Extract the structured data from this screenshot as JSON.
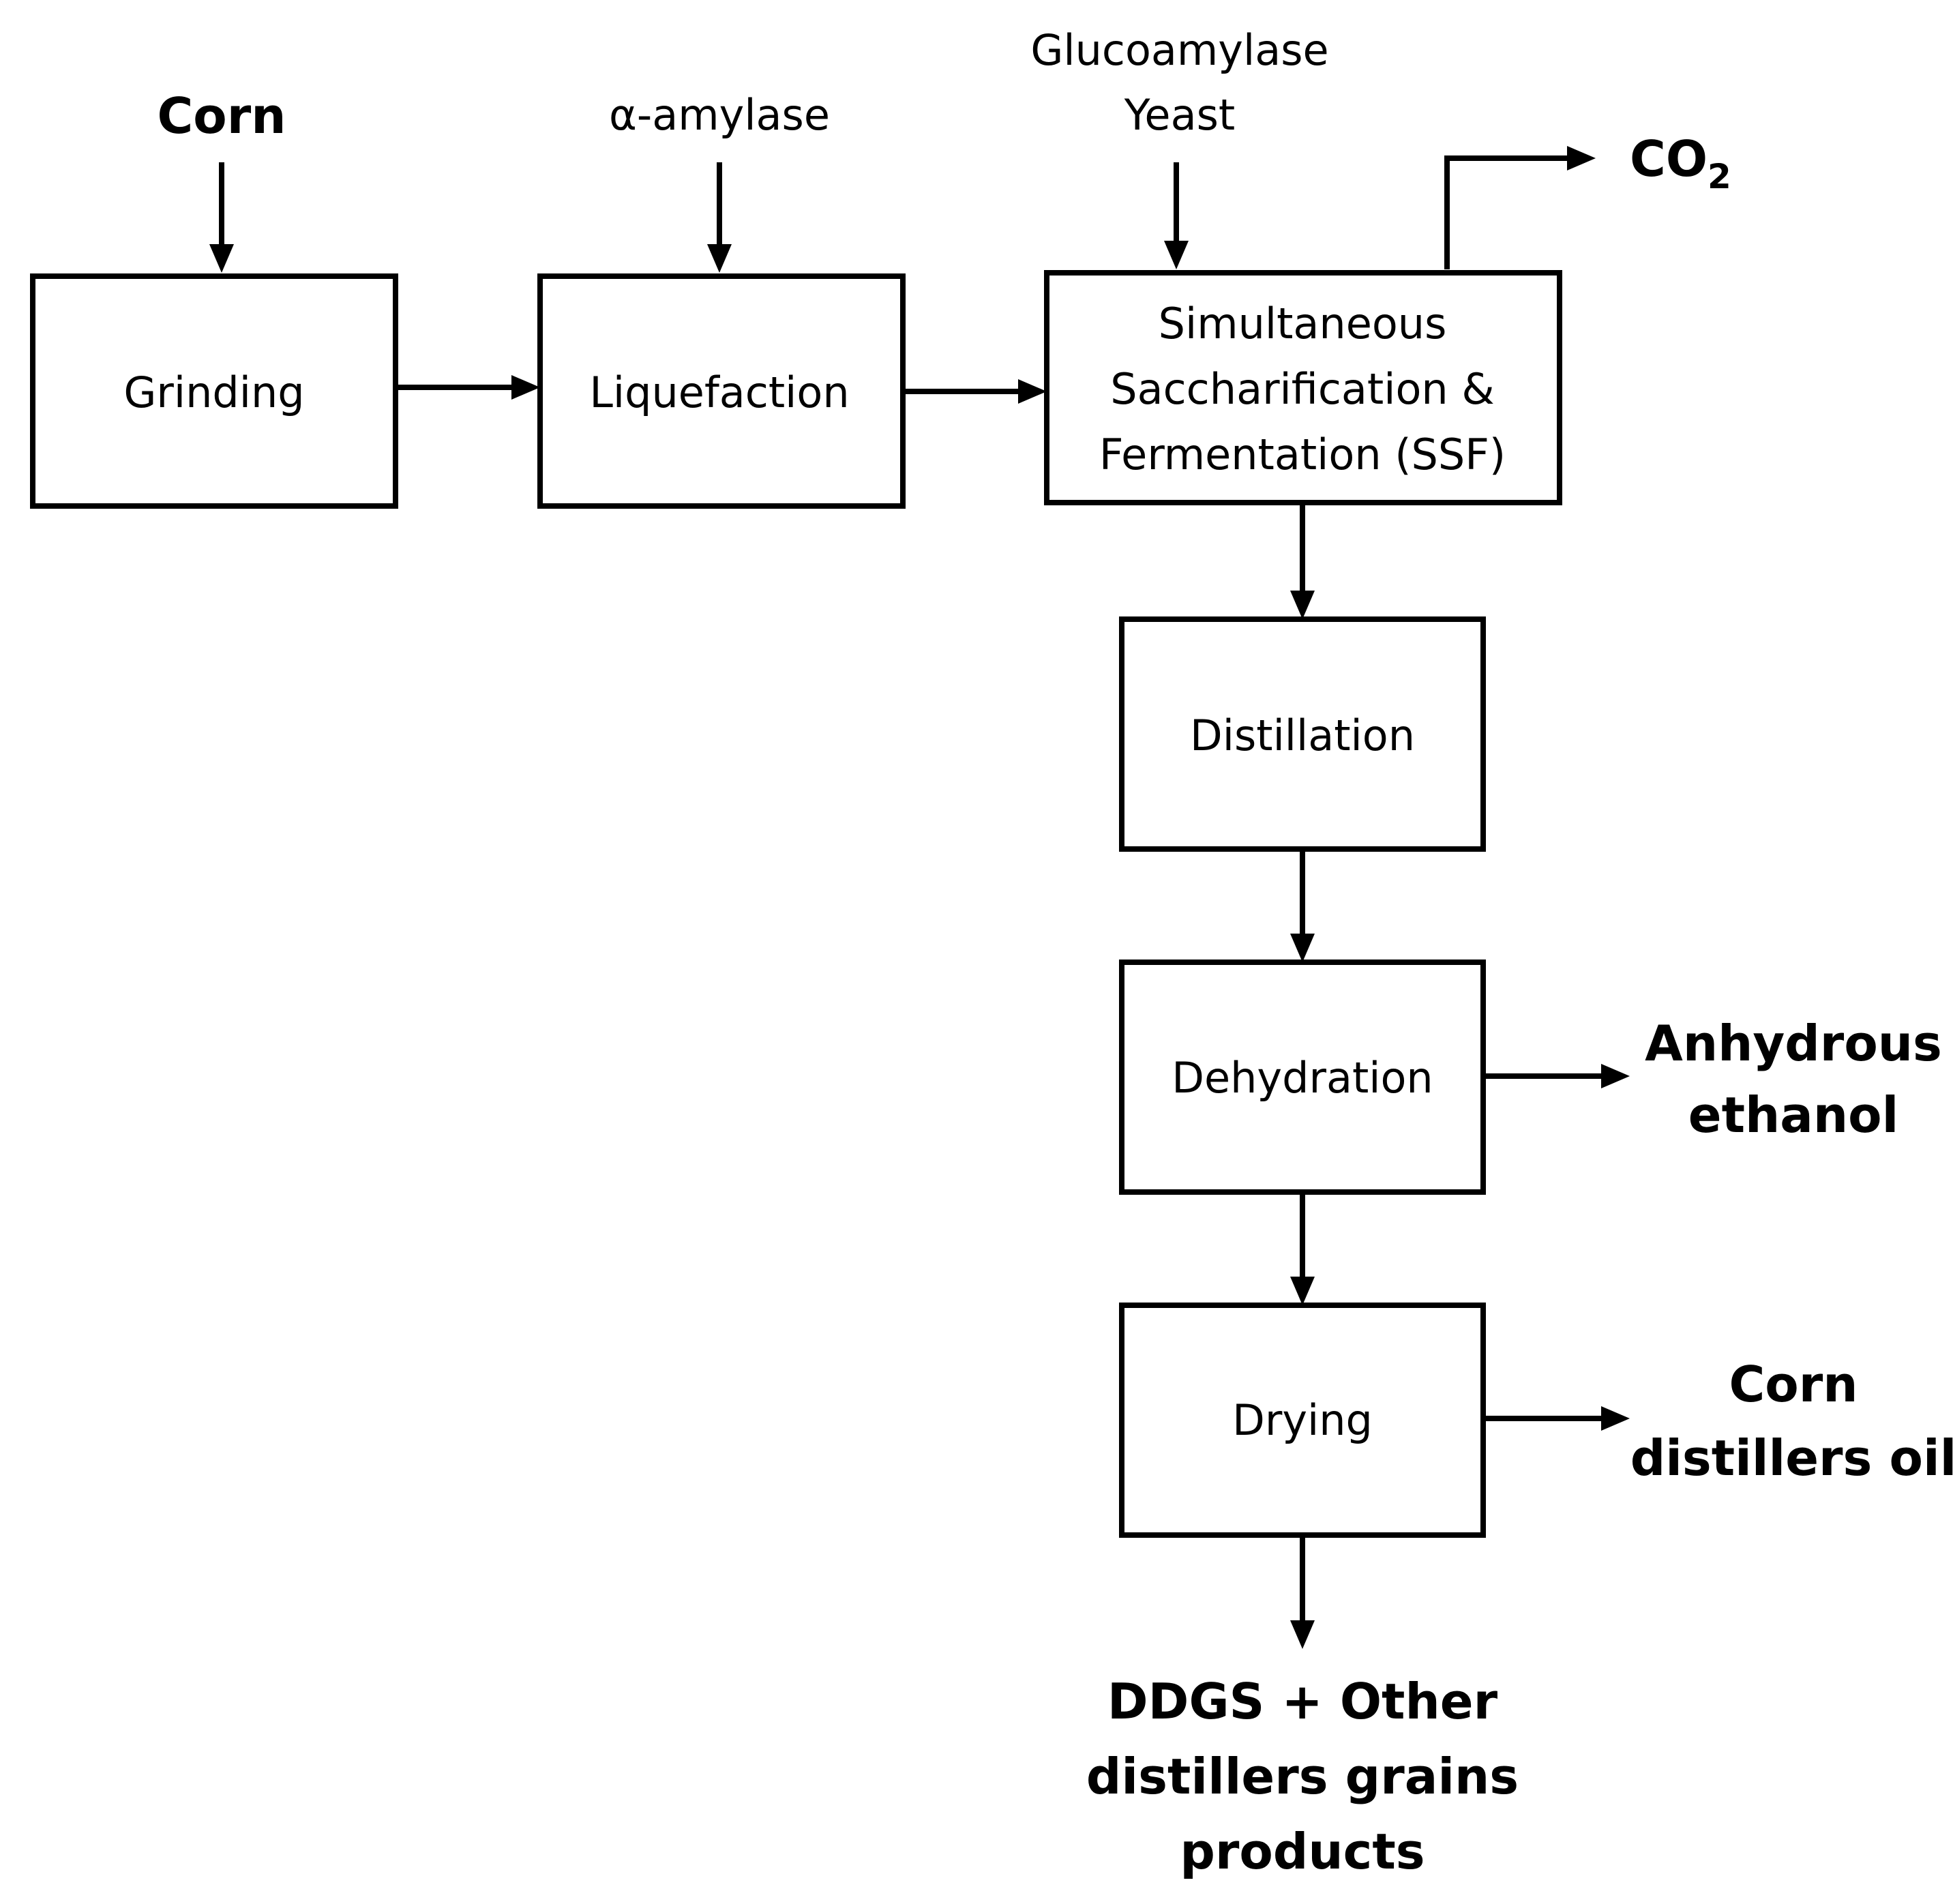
{
  "diagram": {
    "inputs": {
      "corn": "Corn",
      "alpha_amylase": "α-amylase",
      "glucoamylase": "Glucoamylase",
      "yeast": "Yeast"
    },
    "steps": {
      "grinding": "Grinding",
      "liquefaction": "Liquefaction",
      "ssf_line1": "Simultaneous",
      "ssf_line2": "Saccharification &",
      "ssf_line3": "Fermentation (SSF)",
      "distillation": "Distillation",
      "dehydration": "Dehydration",
      "drying": "Drying"
    },
    "outputs": {
      "co2_main": "CO",
      "co2_sub": "2",
      "ethanol_line1": "Anhydrous",
      "ethanol_line2": "ethanol",
      "oil_line1": "Corn",
      "oil_line2": "distillers oil",
      "ddgs_line1": "DDGS + Other",
      "ddgs_line2": "distillers grains",
      "ddgs_line3": "products"
    }
  }
}
